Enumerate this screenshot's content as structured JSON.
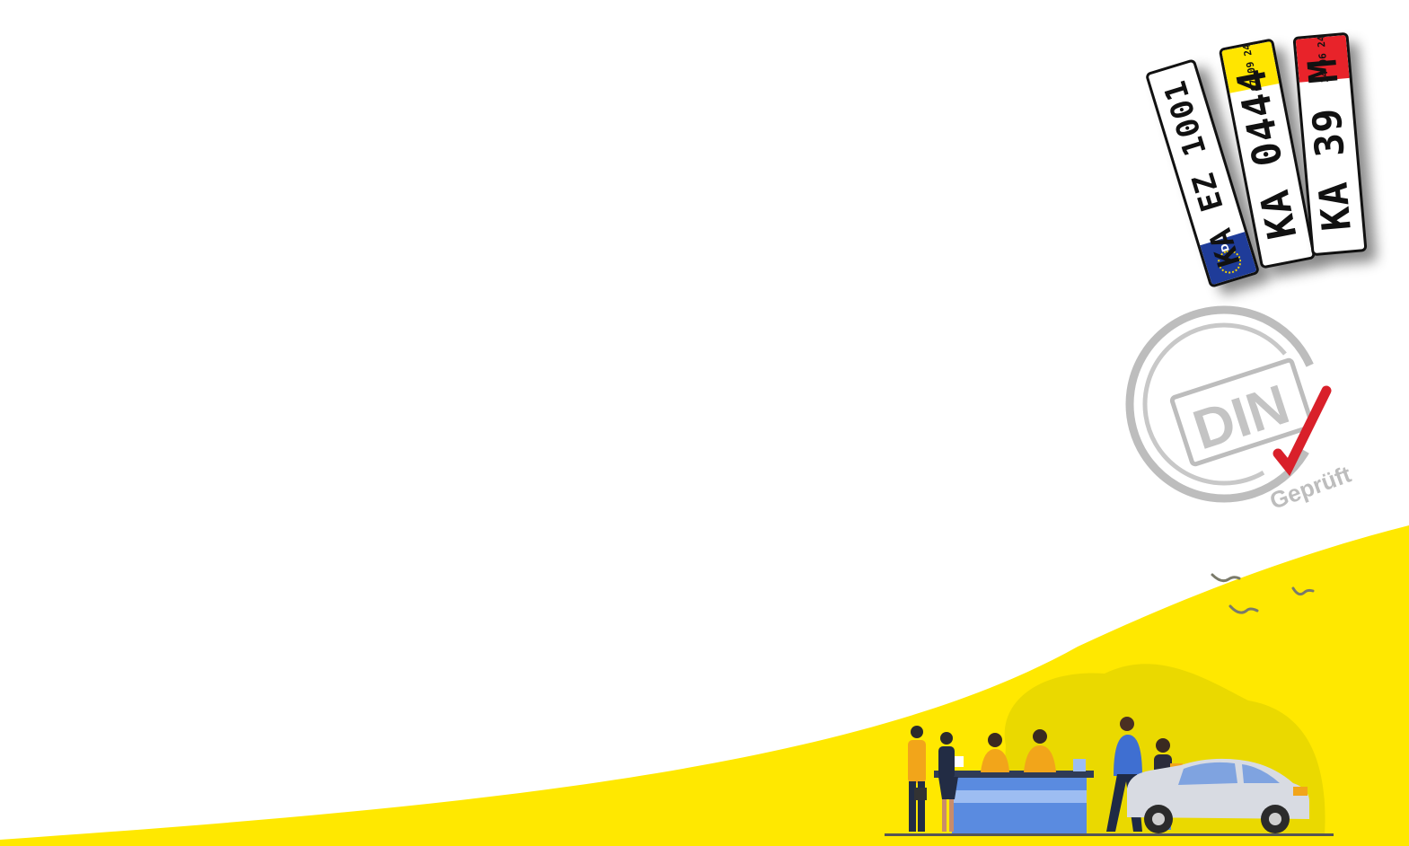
{
  "colors": {
    "brand_yellow": "#ffe800",
    "seal_grey": "#bdbdbd",
    "check_red": "#d9202a",
    "eu_blue": "#1f3c99",
    "person_blue": "#3f6fd1",
    "person_orange": "#f2a51a"
  },
  "plates": [
    {
      "text": "KA EZ 1001",
      "country": "D",
      "sticker": null
    },
    {
      "text": "KA 0444",
      "sticker": {
        "color": "yellow",
        "lines": "07 09 24"
      }
    },
    {
      "text": "KA 39 M",
      "sticker": {
        "color": "red",
        "lines": "14 06 24"
      }
    }
  ],
  "seal": {
    "title": "DIN",
    "subtitle": "Geprüft"
  },
  "icons": {
    "seal": "din-seal-icon",
    "check": "checkmark-icon",
    "eu": "eu-stars-icon",
    "birds": "bird-icon",
    "car": "car-icon"
  }
}
